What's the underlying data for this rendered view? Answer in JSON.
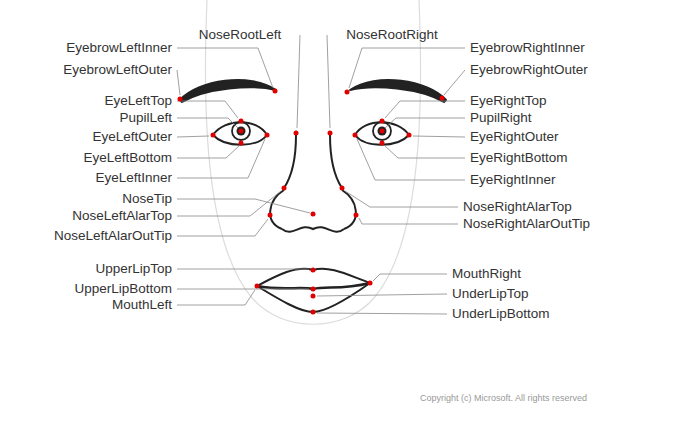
{
  "diagram": {
    "labels": [
      "NoseRootLeft",
      "NoseRootRight",
      "EyebrowLeftInner",
      "EyebrowLeftOuter",
      "EyeLeftTop",
      "PupilLeft",
      "EyeLeftOuter",
      "EyeLeftBottom",
      "EyeLeftInner",
      "NoseTip",
      "NoseLeftAlarTop",
      "NoseLeftAlarOutTip",
      "UpperLipTop",
      "UpperLipBottom",
      "MouthLeft",
      "EyebrowRightInner",
      "EyebrowRightOuter",
      "EyeRightTop",
      "PupilRight",
      "EyeRightOuter",
      "EyeRightBottom",
      "EyeRightInner",
      "NoseRightAlarTop",
      "NoseRightAlarOutTip",
      "MouthRight",
      "UnderLipTop",
      "UnderLipBottom",
      "Copyright (c) Microsoft. All rights reserved"
    ]
  }
}
